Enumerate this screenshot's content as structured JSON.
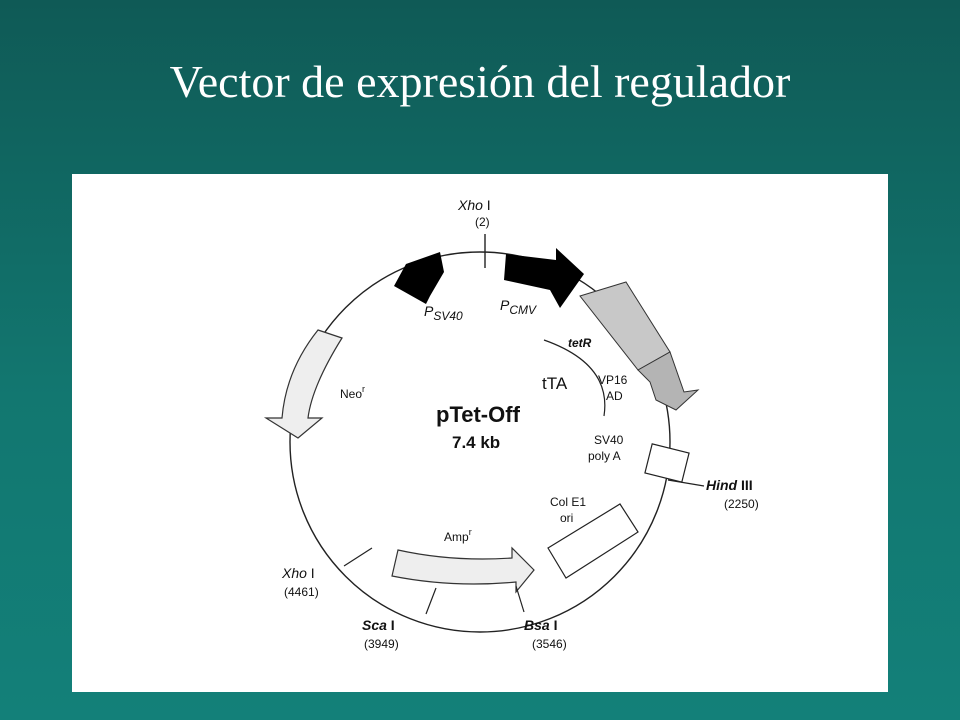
{
  "slide": {
    "title": "Vector de expresión del regulador"
  },
  "plasmid": {
    "name": "pTet-Off",
    "size": "7.4 kb",
    "features": {
      "psv40": {
        "p": "P",
        "sub": "SV40"
      },
      "pcmv": {
        "p": "P",
        "sub": "CMV"
      },
      "tetr": "tetR",
      "tta": "tTA",
      "vp16": "VP16",
      "ad": "AD",
      "sv40_polya_1": "SV40",
      "sv40_polya_2": "poly A",
      "cole1_1": "Col E1",
      "cole1_2": "ori",
      "neo": {
        "name": "Neo",
        "sup": "r"
      },
      "amp": {
        "name": "Amp",
        "sup": "r"
      }
    },
    "sites": {
      "xho_top": {
        "name": "Xho",
        "suffix": " I",
        "pos": "(2)"
      },
      "hind": {
        "name": "Hind",
        "suffix": " III",
        "pos": "(2250)"
      },
      "bsa": {
        "name": "Bsa",
        "suffix": " I",
        "pos": "(3546)"
      },
      "sca": {
        "name": "Sca",
        "suffix": " I",
        "pos": "(3949)"
      },
      "xho_left": {
        "name": "Xho",
        "suffix": " I",
        "pos": "(4461)"
      }
    }
  }
}
